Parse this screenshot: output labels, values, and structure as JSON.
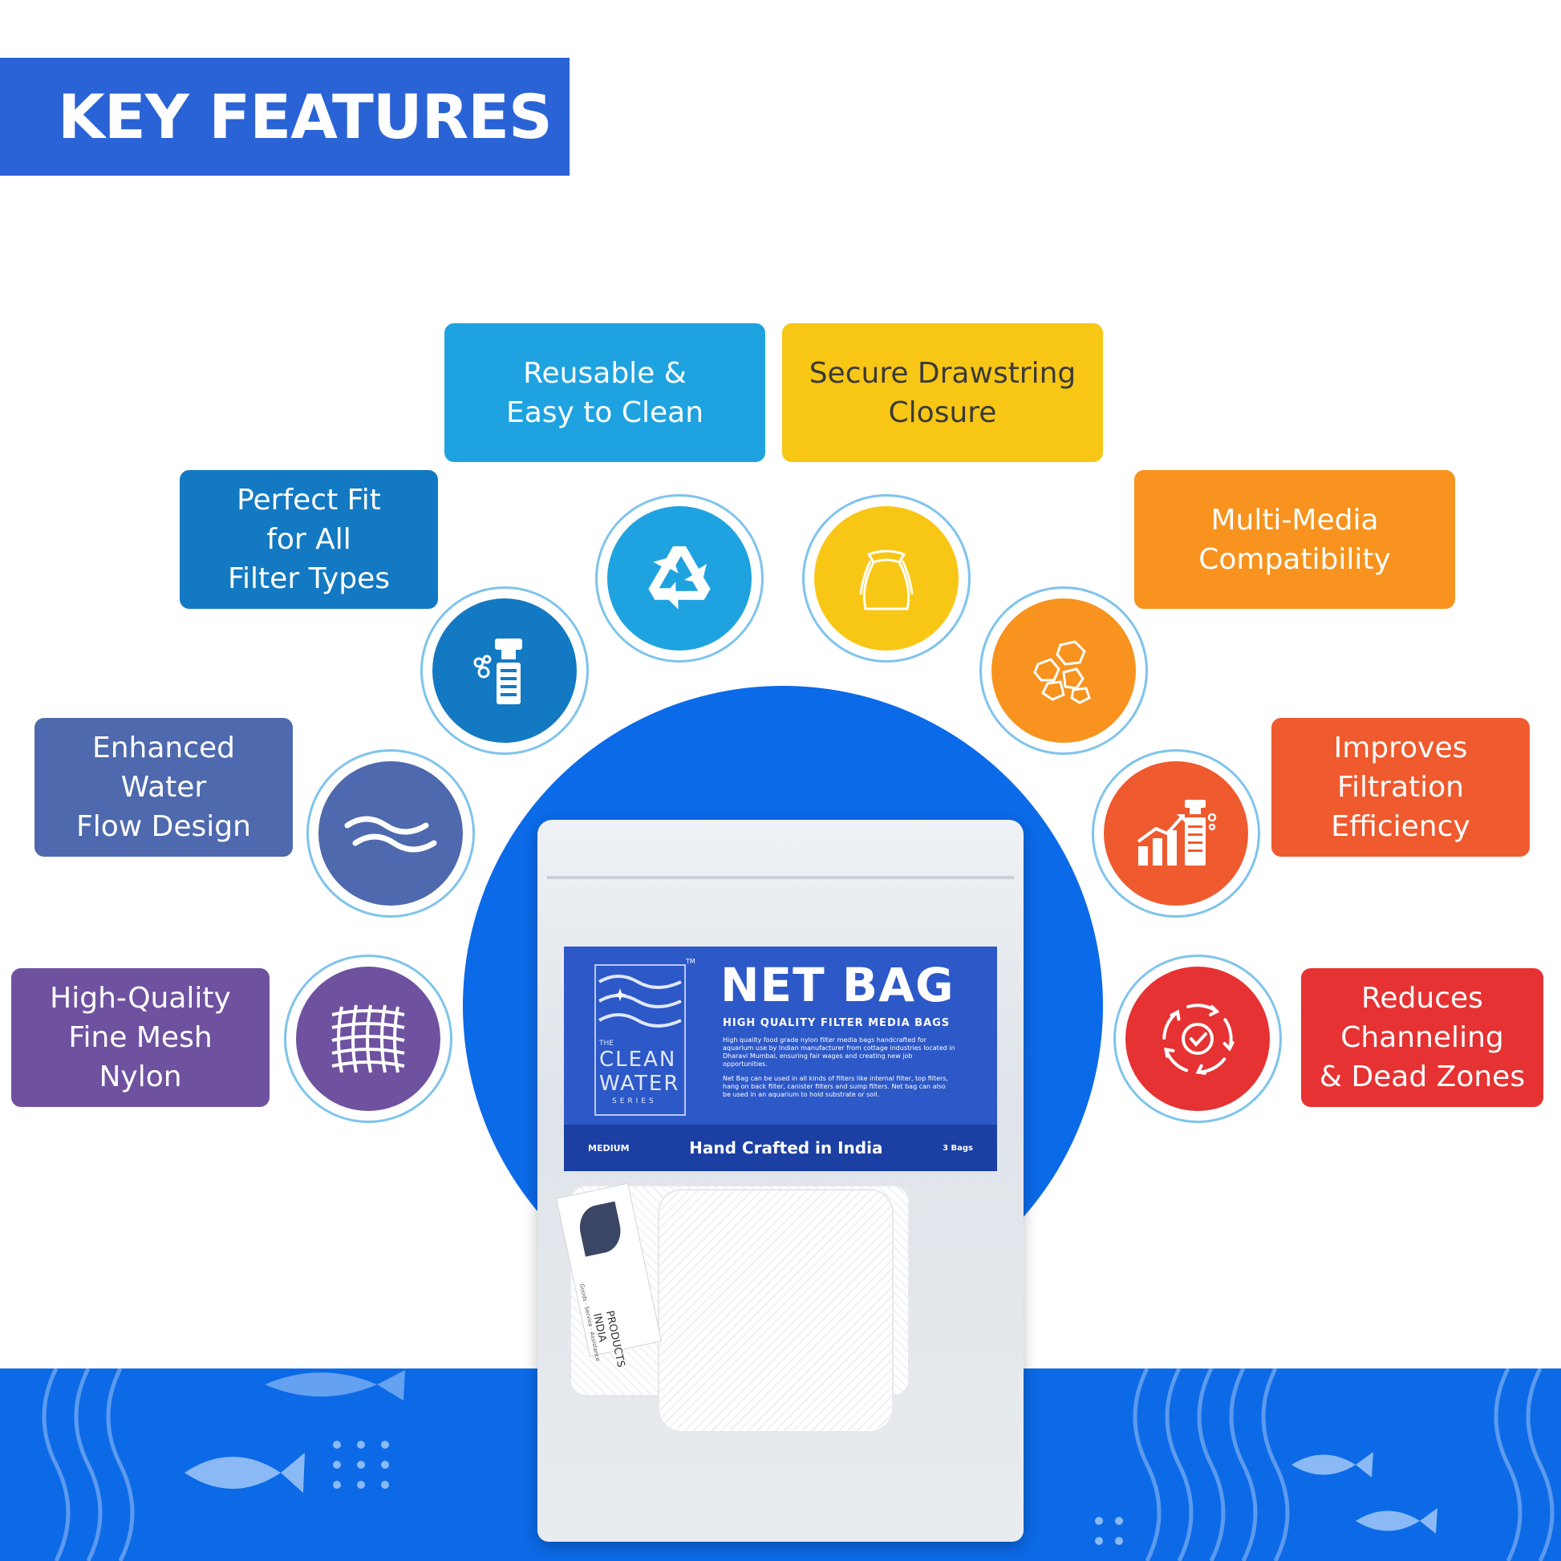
{
  "header": {
    "title": "KEY FEATURES"
  },
  "features": [
    {
      "text": "Reusable &\nEasy to Clean",
      "color": "#1fa3e0",
      "text_color": "#ffffff",
      "icon": "recycle-icon"
    },
    {
      "text": "Secure Drawstring\nClosure",
      "color": "#f8c614",
      "text_color": "#3a3a3a",
      "icon": "drawstring-bag-icon"
    },
    {
      "text": "Perfect Fit\nfor All\nFilter Types",
      "color": "#1379c2",
      "text_color": "#ffffff",
      "icon": "filter-icon"
    },
    {
      "text": "Multi-Media\nCompatibility",
      "color": "#f7931e",
      "text_color": "#ffffff",
      "icon": "filter-media-icon"
    },
    {
      "text": "Enhanced\nWater\nFlow Design",
      "color": "#4e69ad",
      "text_color": "#ffffff",
      "icon": "water-flow-icon"
    },
    {
      "text": "Improves\nFiltration\nEfficiency",
      "color": "#ef5a2e",
      "text_color": "#ffffff",
      "icon": "efficiency-chart-icon"
    },
    {
      "text": "High-Quality\nFine Mesh\nNylon",
      "color": "#6e529f",
      "text_color": "#ffffff",
      "icon": "mesh-icon"
    },
    {
      "text": "Reduces\nChanneling\n& Dead Zones",
      "color": "#e63232",
      "text_color": "#ffffff",
      "icon": "cycle-check-icon"
    }
  ],
  "product": {
    "name": "NET BAG",
    "trademark": "TM",
    "subtitle": "HIGH QUALITY FILTER MEDIA BAGS",
    "series_the": "THE",
    "series_clean": "CLEAN",
    "series_water": "WATER",
    "series_word": "SERIES",
    "description_1": "High quality food grade nylon filter media bags handcrafted for aquarium use by Indian manufacturer from cottage industries located in Dharavi Mumbai, ensuring fair wages and creating new job opportunities.",
    "description_2": "Net Bag can be used in all kinds of filters like internal filter, top filters, hang on back filter, canister filters and sump filters. Net bag can also be used in an aquarium to hold substrate or soil.",
    "size": "MEDIUM",
    "made_in": "Hand Crafted in India",
    "count": "3 Bags",
    "tag_line1": "PRODUCTS",
    "tag_line2": "INDIA",
    "tag_line3": "Goods · Service · Assistance"
  }
}
